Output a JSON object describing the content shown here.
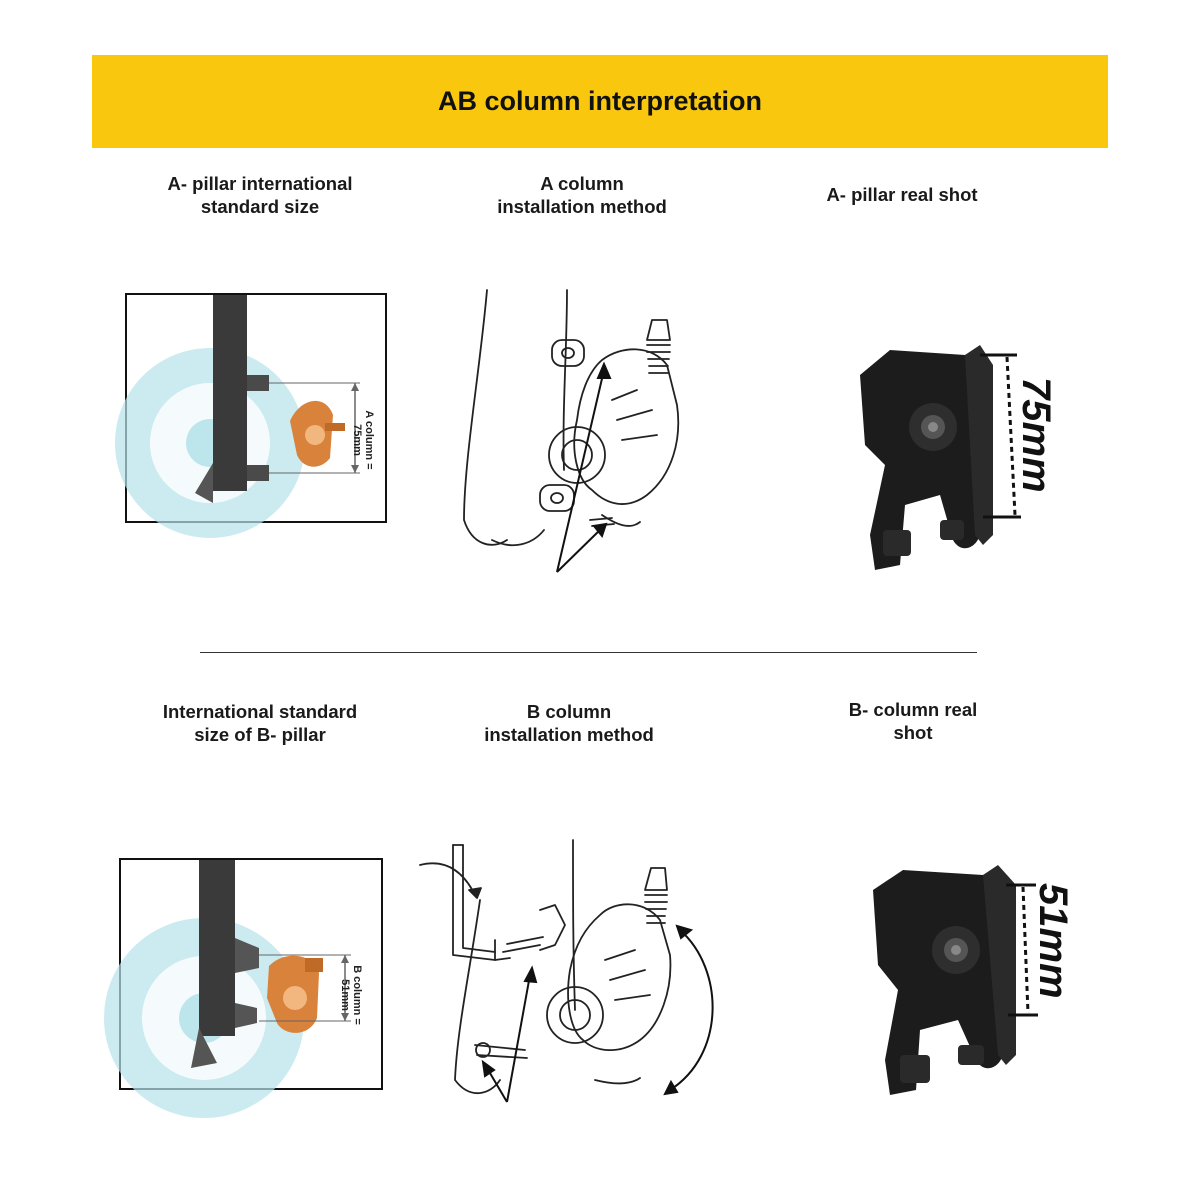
{
  "banner": {
    "title": "AB column interpretation"
  },
  "section_a": {
    "col1_caption": "A- pillar international\nstandard size",
    "col2_caption": "A column\ninstallation method",
    "col3_caption": "A- pillar real shot",
    "diagram_label": "A column =\n75mm",
    "photo_dimension": "75mm"
  },
  "section_b": {
    "col1_caption": "International standard\nsize of B- pillar",
    "col2_caption": "B column\ninstallation method",
    "col3_caption": "B- column real\nshot",
    "diagram_label": "B column =\n51mm",
    "photo_dimension": "51mm"
  },
  "colors": {
    "banner": "#f9c80e",
    "rotor": "#a8dbe6",
    "caliper_orange": "#d9823b",
    "pillar": "#3a3a3a"
  }
}
